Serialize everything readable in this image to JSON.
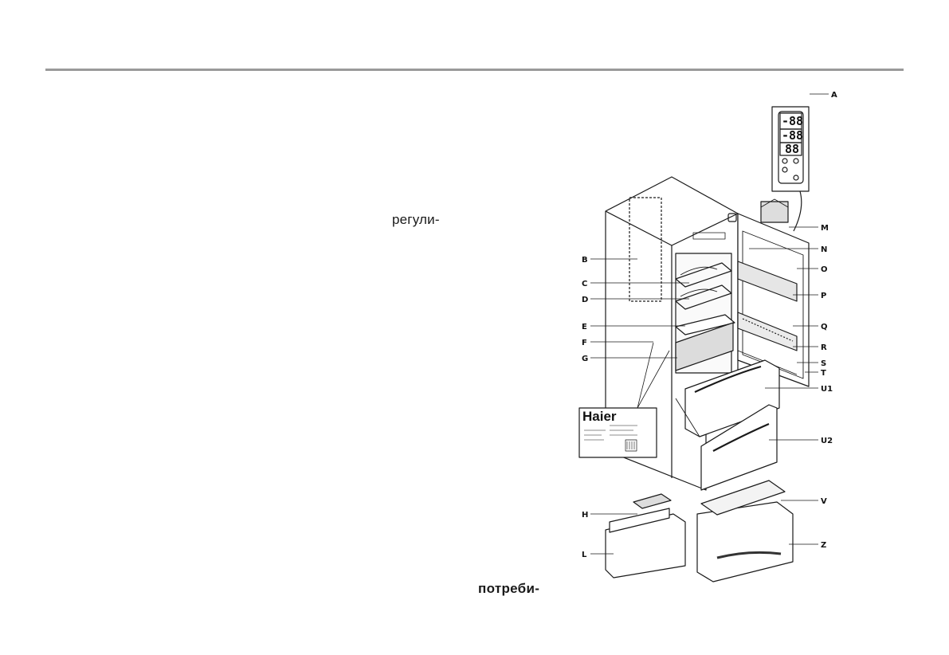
{
  "page": {
    "text_fragment_1": "регули-",
    "text_fragment_2": "потреби-"
  },
  "diagram": {
    "labels": {
      "A": "A",
      "B": "B",
      "C": "C",
      "D": "D",
      "E": "E",
      "F": "F",
      "G": "G",
      "H": "H",
      "L": "L",
      "M": "M",
      "N": "N",
      "O": "O",
      "P": "P",
      "Q": "Q",
      "R": "R",
      "S": "S",
      "T": "T",
      "U1": "U1",
      "U2": "U2",
      "V": "V",
      "Z": "Z"
    },
    "rating_plate": {
      "brand": "Haier"
    },
    "display": {
      "readout_1": "-88",
      "readout_2": "-88",
      "readout_3": "88"
    }
  }
}
